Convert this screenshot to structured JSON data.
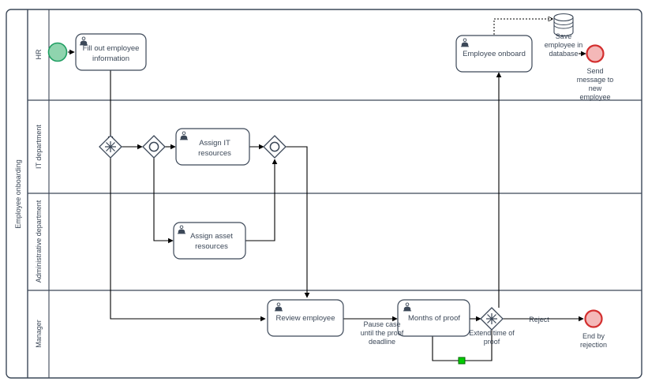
{
  "diagram": {
    "type": "bpmn",
    "pool": {
      "name": "Employee onboarding"
    },
    "lanes": [
      {
        "id": "hr",
        "label": "HR"
      },
      {
        "id": "it",
        "label": "IT department"
      },
      {
        "id": "admin",
        "label": "Administrative department"
      },
      {
        "id": "manager",
        "label": "Manager"
      }
    ],
    "tasks": [
      {
        "id": "fill-out",
        "lane": "hr",
        "label_line1": "Fill out employee",
        "label_line2": "information",
        "icon": "user-task-icon"
      },
      {
        "id": "assign-it",
        "lane": "it",
        "label_line1": "Assign IT",
        "label_line2": "resources",
        "icon": "user-task-icon"
      },
      {
        "id": "assign-asset",
        "lane": "admin",
        "label_line1": "Assign asset",
        "label_line2": "resources",
        "icon": "user-task-icon"
      },
      {
        "id": "review-employee",
        "lane": "manager",
        "label_line1": "Review employee",
        "label_line2": "",
        "icon": "user-task-icon"
      },
      {
        "id": "months-of-proof",
        "lane": "manager",
        "label_line1": "Months of proof",
        "label_line2": "",
        "icon": "user-task-icon"
      },
      {
        "id": "employee-onboard",
        "lane": "hr",
        "label_line1": "Employee onboard",
        "label_line2": "",
        "icon": "user-task-icon"
      }
    ],
    "events": [
      {
        "id": "start",
        "kind": "start",
        "label": "",
        "color": "#8fd4ae"
      },
      {
        "id": "send-message",
        "kind": "end",
        "label_line1": "Send",
        "label_line2": "message to",
        "label_line3": "new",
        "label_line4": "employee",
        "color": "#f4b8b8"
      },
      {
        "id": "end-by-rejection",
        "kind": "end",
        "label_line1": "End by",
        "label_line2": "rejection",
        "label_line3": "",
        "label_line4": "",
        "color": "#f4b8b8"
      }
    ],
    "gateways": [
      {
        "id": "gw-complex-split",
        "kind": "complex"
      },
      {
        "id": "gw-inclusive-split",
        "kind": "inclusive"
      },
      {
        "id": "gw-inclusive-join",
        "kind": "inclusive"
      },
      {
        "id": "gw-complex-decision",
        "kind": "complex"
      }
    ],
    "data_store": {
      "id": "save-employee-db",
      "label_line1": "Save",
      "label_line2": "employee in",
      "label_line3": "database"
    },
    "flow_labels": {
      "pause_case_l1": "Pause case",
      "pause_case_l2": "until the proof",
      "pause_case_l3": "deadline",
      "extend_time_l1": "Extend time of",
      "extend_time_l2": "proof",
      "reject": "Reject"
    },
    "markers": [
      {
        "id": "loop-marker",
        "color": "#00cc00"
      }
    ],
    "colors": {
      "stroke": "#3c4858",
      "text": "#3c4858",
      "start_fill": "#8fd4ae",
      "start_stroke": "#1f9e62",
      "end_fill": "#f4b8b8",
      "end_stroke": "#d32f2f",
      "marker": "#00cc00",
      "background": "#ffffff"
    }
  }
}
